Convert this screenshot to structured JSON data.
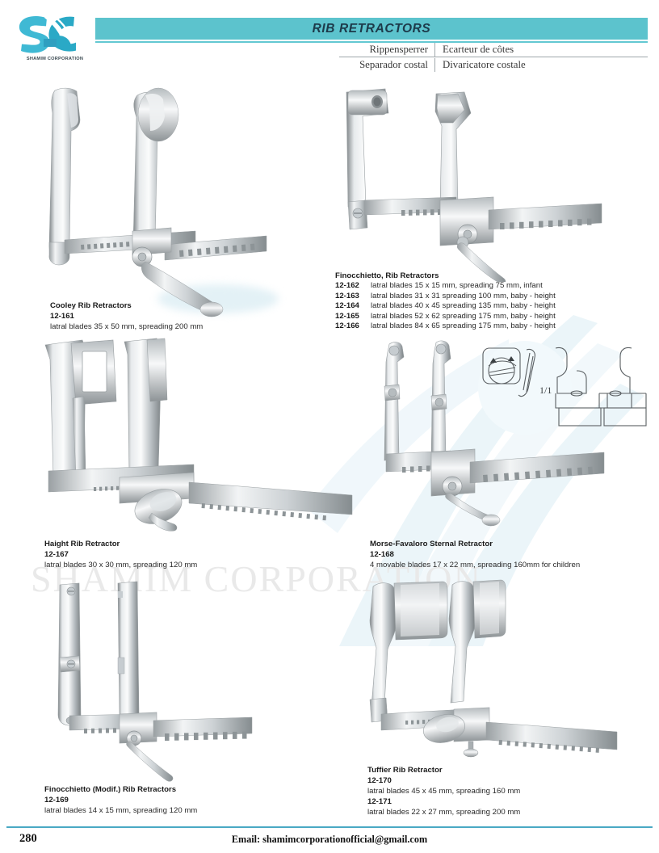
{
  "brand": {
    "logo_icon": "sc-monogram-logo",
    "company_name": "SHAMIM CORPORATION",
    "accent_color": "#5cc3cd",
    "rule_color": "#4aa9c4",
    "watermark_text": "SHAMIM CORPORATION"
  },
  "header": {
    "title": "RIB RETRACTORS",
    "translations": [
      {
        "german": "Rippensperrer",
        "french": "Ecarteur de côtes"
      },
      {
        "spanish": "Separador costal",
        "italian": "Divaricatore costale"
      }
    ]
  },
  "products": [
    {
      "id": "cooley",
      "title": "Cooley Rib Retractors",
      "ref": "12-161",
      "desc": "latral blades 35 x 50 mm, spreading 200 mm",
      "image_name": "cooley-rib-retractor-photo"
    },
    {
      "id": "finocchietto",
      "title": "Finocchietto, Rib Retractors",
      "image_name": "finocchietto-rib-retractor-photo",
      "variants": [
        {
          "code": "12-162",
          "text": "latral blades 15 x 15 mm, spreading 75 mm, infant"
        },
        {
          "code": "12-163",
          "text": "latral blades 31 x 31 spreading 100 mm, baby - height"
        },
        {
          "code": "12-164",
          "text": "latral blades 40 x 45 spreading 135 mm, baby - height"
        },
        {
          "code": "12-165",
          "text": "latral blades 52 x 62 spreading 175 mm, baby - height"
        },
        {
          "code": "12-166",
          "text": "latral blades 84 x 65 spreading 175 mm, baby - height"
        }
      ]
    },
    {
      "id": "haight",
      "title": "Haight Rib Retractor",
      "ref": "12-167",
      "desc": "latral blades 30 x 30 mm, spreading 120 mm",
      "image_name": "haight-rib-retractor-photo"
    },
    {
      "id": "morse-favaloro",
      "title": "Morse-Favaloro Sternal Retractor",
      "ref": "12-168",
      "desc": "4 movable blades 17 x 22 mm, spreading 160mm for children",
      "image_name": "morse-favaloro-sternal-retractor-photo",
      "scale_label": "1/1",
      "diagram_name": "blade-detail-line-drawing"
    },
    {
      "id": "finocchietto-modif",
      "title": "Finocchietto (Modif.) Rib Retractors",
      "ref": "12-169",
      "desc": "latral blades 14 x 15 mm, spreading 120 mm",
      "image_name": "finocchietto-modif-rib-retractor-photo"
    },
    {
      "id": "tuffier",
      "title": "Tuffier Rib Retractor",
      "image_name": "tuffier-rib-retractor-photo",
      "variants": [
        {
          "code": "12-170",
          "text": "latral blades 45 x 45 mm, spreading 160 mm"
        },
        {
          "code": "12-171",
          "text": "latral blades 22 x 27 mm, spreading 200 mm"
        }
      ]
    }
  ],
  "footer": {
    "page_number": "280",
    "email": "Email: shamimcorporationofficial@gmail.com"
  }
}
